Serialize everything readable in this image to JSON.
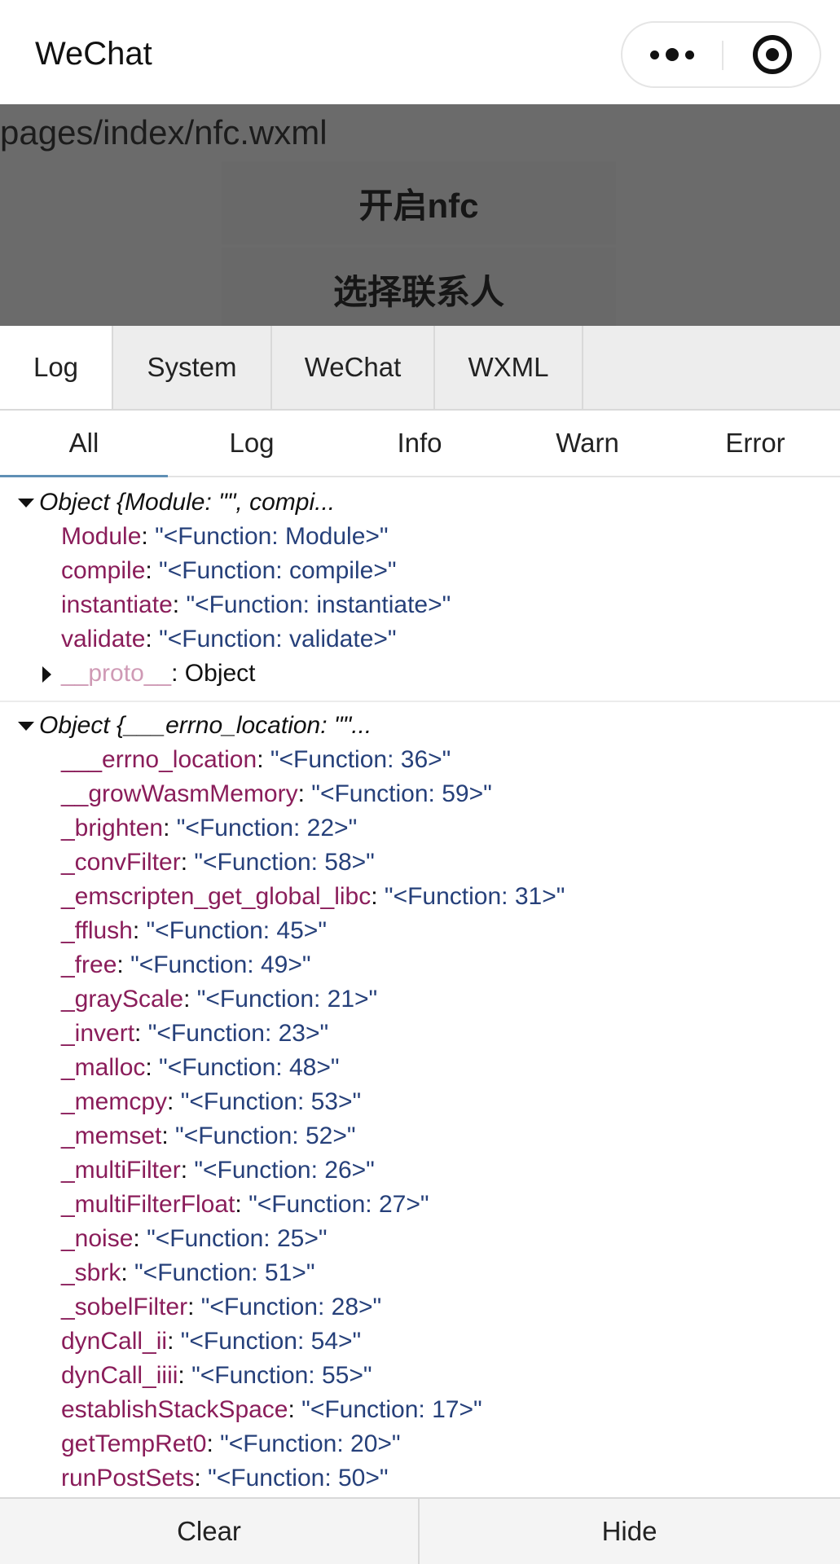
{
  "navbar": {
    "title": "WeChat",
    "menu_icon": "more-dots-icon",
    "close_icon": "target-close-icon"
  },
  "page": {
    "path": "pages/index/nfc.wxml",
    "buttons": [
      "开启nfc",
      "选择联系人"
    ]
  },
  "console": {
    "tabs": [
      "Log",
      "System",
      "WeChat",
      "WXML"
    ],
    "active_tab": "Log",
    "levels": [
      "All",
      "Log",
      "Info",
      "Warn",
      "Error"
    ],
    "active_level": "All",
    "entries": [
      {
        "summary": "Object {Module: \"\", compi...",
        "props": [
          {
            "key": "Module",
            "value": "\"<Function: Module>\""
          },
          {
            "key": "compile",
            "value": "\"<Function: compile>\""
          },
          {
            "key": "instantiate",
            "value": "\"<Function: instantiate>\""
          },
          {
            "key": "validate",
            "value": "\"<Function: validate>\""
          }
        ],
        "proto": {
          "key": "__proto__",
          "value": "Object"
        }
      },
      {
        "summary": "Object {___errno_location: \"\"...",
        "props": [
          {
            "key": "___errno_location",
            "value": "\"<Function: 36>\""
          },
          {
            "key": "__growWasmMemory",
            "value": "\"<Function: 59>\""
          },
          {
            "key": "_brighten",
            "value": "\"<Function: 22>\""
          },
          {
            "key": "_convFilter",
            "value": "\"<Function: 58>\""
          },
          {
            "key": "_emscripten_get_global_libc",
            "value": "\"<Function: 31>\""
          },
          {
            "key": "_fflush",
            "value": "\"<Function: 45>\""
          },
          {
            "key": "_free",
            "value": "\"<Function: 49>\""
          },
          {
            "key": "_grayScale",
            "value": "\"<Function: 21>\""
          },
          {
            "key": "_invert",
            "value": "\"<Function: 23>\""
          },
          {
            "key": "_malloc",
            "value": "\"<Function: 48>\""
          },
          {
            "key": "_memcpy",
            "value": "\"<Function: 53>\""
          },
          {
            "key": "_memset",
            "value": "\"<Function: 52>\""
          },
          {
            "key": "_multiFilter",
            "value": "\"<Function: 26>\""
          },
          {
            "key": "_multiFilterFloat",
            "value": "\"<Function: 27>\""
          },
          {
            "key": "_noise",
            "value": "\"<Function: 25>\""
          },
          {
            "key": "_sbrk",
            "value": "\"<Function: 51>\""
          },
          {
            "key": "_sobelFilter",
            "value": "\"<Function: 28>\""
          },
          {
            "key": "dynCall_ii",
            "value": "\"<Function: 54>\""
          },
          {
            "key": "dynCall_iiii",
            "value": "\"<Function: 55>\""
          },
          {
            "key": "establishStackSpace",
            "value": "\"<Function: 17>\""
          },
          {
            "key": "getTempRet0",
            "value": "\"<Function: 20>\""
          },
          {
            "key": "runPostSets",
            "value": "\"<Function: 50>\""
          }
        ]
      }
    ]
  },
  "toolbar": {
    "clear_label": "Clear",
    "hide_label": "Hide"
  }
}
